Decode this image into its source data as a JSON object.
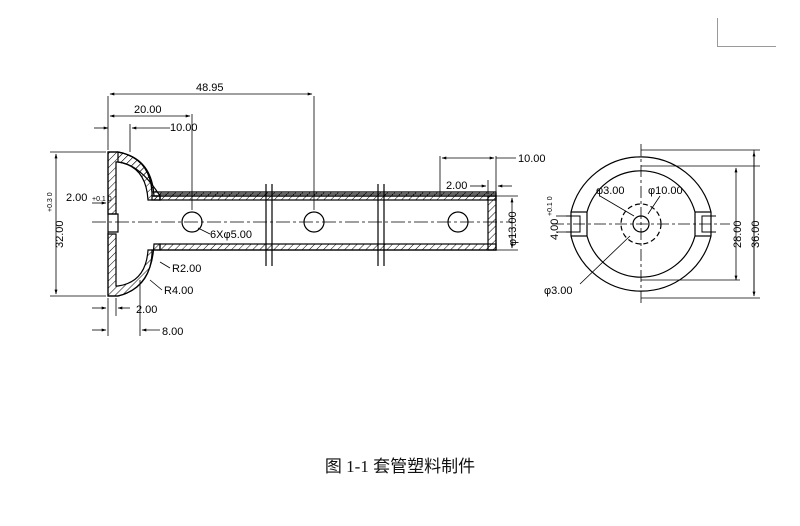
{
  "caption": "图 1-1  套管塑料制件",
  "dimensions": {
    "overall_length": "48.95",
    "flange_to_hole": "20.00",
    "flange_width": "10.00",
    "flange_height": "32.00",
    "flange_height_tol": "+0.3\n0",
    "slot_depth": "2.00",
    "slot_depth_tol": "+0.1\n0",
    "hole_spec": "6Xφ5.00",
    "inner_radius": "R2.00",
    "outer_radius": "R4.00",
    "wall_offset": "2.00",
    "flange_total": "8.00",
    "end_length": "10.00",
    "end_wall": "2.00",
    "tube_diameter": "φ13.00",
    "side_slot_width": "4.00",
    "side_slot_tol": "+0.1\n0",
    "small_hole_top": "φ3.00",
    "center_hole": "φ10.00",
    "inner_diameter": "28.00",
    "outer_diameter": "36.00",
    "small_hole_bottom": "φ3.00"
  }
}
